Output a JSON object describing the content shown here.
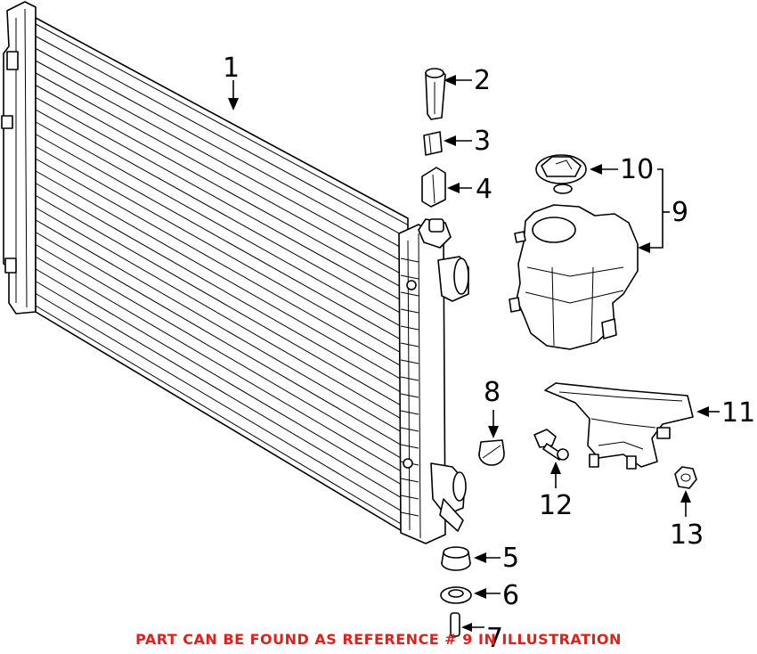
{
  "callouts": {
    "c1": "1",
    "c2": "2",
    "c3": "3",
    "c4": "4",
    "c5": "5",
    "c6": "6",
    "c7": "7",
    "c8": "8",
    "c9": "9",
    "c10": "10",
    "c11": "11",
    "c12": "12",
    "c13": "13"
  },
  "note": "PART CAN BE FOUND AS REFERENCE # 9 IN ILLUSTRATION",
  "colors": {
    "note": "#e0201b",
    "line": "#000000",
    "background": "#ffffff"
  }
}
